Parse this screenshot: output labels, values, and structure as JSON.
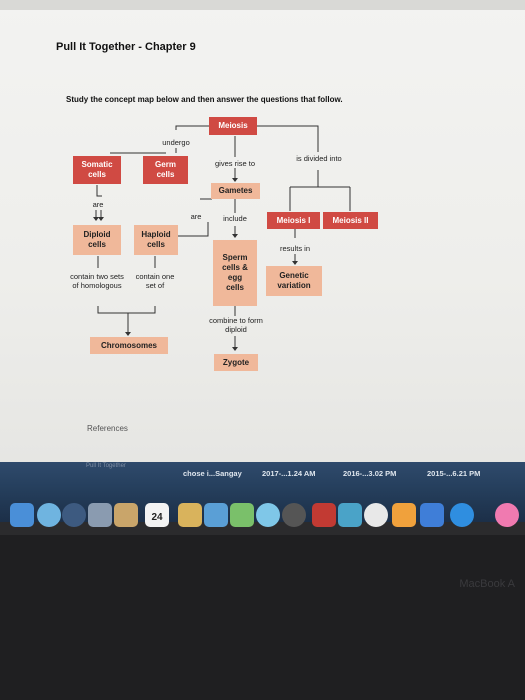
{
  "page": {
    "title": "Pull It Together - Chapter 9",
    "instructions": "Study the concept map below and then answer the questions that follow.",
    "references": "References"
  },
  "concept_map": {
    "nodes": {
      "meiosis": "Meiosis",
      "somatic": "Somatic cells",
      "germ": "Germ cells",
      "gametes": "Gametes",
      "meiosis1": "Meiosis I",
      "meiosis2": "Meiosis II",
      "diploid": "Diploid cells",
      "haploid": "Haploid cells",
      "sperm_egg": "Sperm cells & egg cells",
      "genetic": "Genetic variation",
      "chromosomes": "Chromosomes",
      "zygote": "Zygote"
    },
    "links": {
      "undergo": "undergo",
      "gives_rise": "gives rise to",
      "divided": "is divided into",
      "are1": "are",
      "are2": "are",
      "include": "include",
      "results": "results in",
      "contain_two": "contain two sets of homologous",
      "contain_one": "contain one set of",
      "combine": "combine to form diploid"
    }
  },
  "taskbar": {
    "items": [
      "chose i...Sangay",
      "2017-...1.24 AM",
      "2016-...3.02 PM",
      "2015-...6.21 PM"
    ],
    "faded": "Pull It Together"
  },
  "dock": {
    "calendar_date": "24"
  },
  "laptop_brand": "MacBook A"
}
